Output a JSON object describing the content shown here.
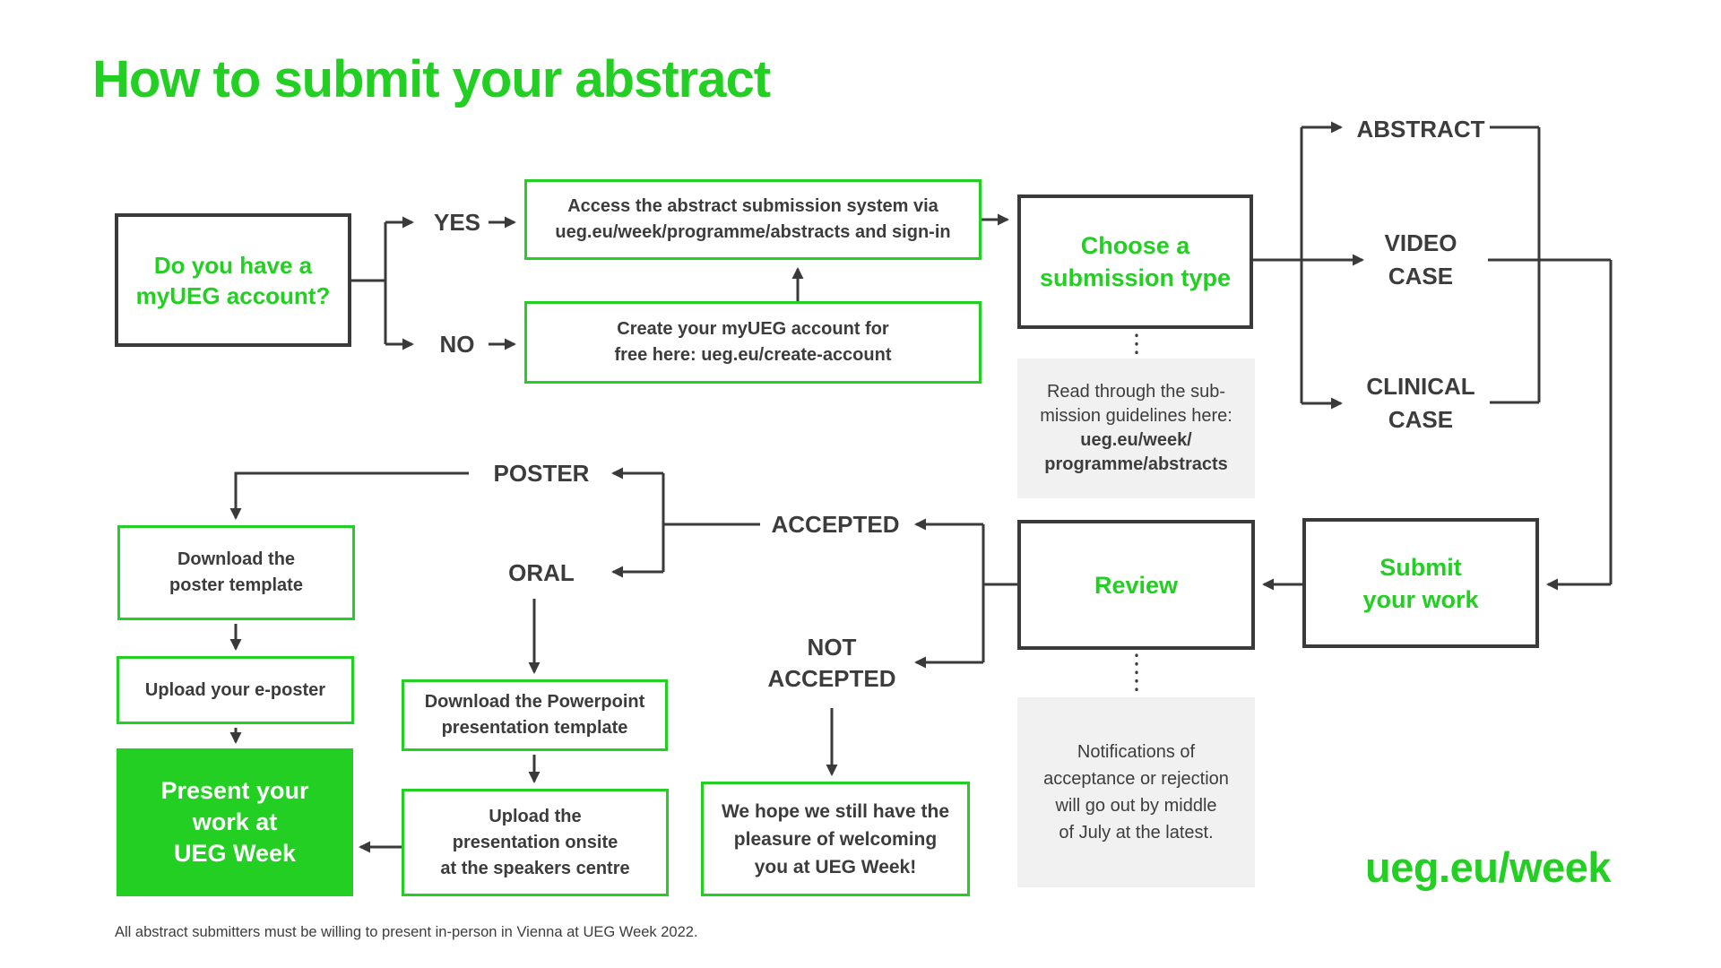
{
  "title": "How to submit your abstract",
  "colors": {
    "green": "#22cf22",
    "line_dark": "#3a3a3a",
    "note_gray": "#f1f1f1"
  },
  "flow": {
    "account_question": "Do you have a\nmyUEG account?",
    "yes_label": "YES",
    "no_label": "NO",
    "access_box": "Access the abstract submission system via\nueg.eu/week/programme/abstracts and sign-in",
    "create_box": "Create your myUEG account for\nfree here: ueg.eu/create-account",
    "choose_box": "Choose a\nsubmission type",
    "type_abstract": "ABSTRACT",
    "type_video_case": "VIDEO\nCASE",
    "type_clinical_case": "CLINICAL\nCASE",
    "guidelines_note_regular": "Read through the sub-\nmission guidelines here:",
    "guidelines_note_bold": "ueg.eu/week/\nprogramme/abstracts",
    "submit_box": "Submit\nyour work",
    "review_box": "Review",
    "accepted_label": "ACCEPTED",
    "not_accepted_label": "NOT\nACCEPTED",
    "poster_label": "POSTER",
    "oral_label": "ORAL",
    "download_poster_box": "Download the\nposter template",
    "upload_eposter_box": "Upload your e-poster",
    "present_box": "Present your\nwork at\nUEG Week",
    "download_ppt_box": "Download the Powerpoint\npresentation template",
    "upload_presentation_box": "Upload the\npresentation onsite\nat the speakers centre",
    "not_accepted_box": "We hope we still have the\npleasure of welcoming\nyou at UEG Week!",
    "notifications_note": "Notifications of\nacceptance or rejection\nwill go out by middle\nof July at the latest.",
    "footnote": "All abstract submitters must be willing to present in-person in Vienna at UEG Week 2022.",
    "website": "ueg.eu/week"
  }
}
